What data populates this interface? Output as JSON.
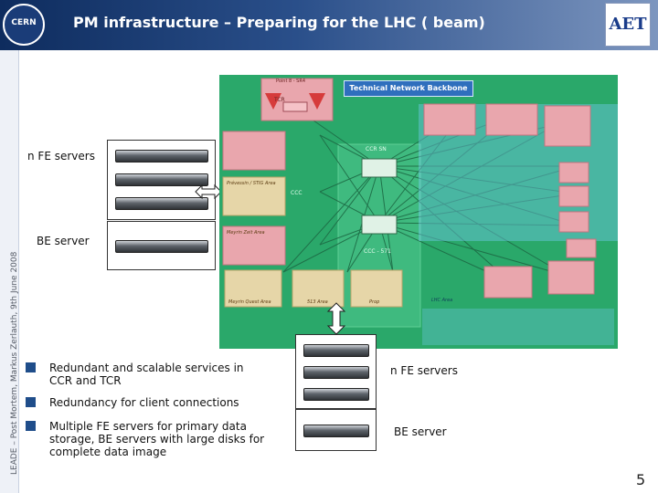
{
  "header": {
    "title": "PM infrastructure – Preparing for the LHC ( beam)",
    "cern_logo_text": "CERN",
    "aet_logo_text": "AET"
  },
  "sidebar": {
    "text": "LEADE – Post Mortem, Markus Zerlauth, 9th June 2008"
  },
  "left_labels": {
    "fe_servers": "n FE servers",
    "be_server": "BE server"
  },
  "right_labels": {
    "fe_servers": "n FE servers",
    "be_server": "BE server"
  },
  "network": {
    "backbone_label": "Technical Network Backbone",
    "point_label": "Point 8 - SR4",
    "ccr_label": "CCR SN",
    "ccc_label": "CCC",
    "ccc_571_label": "CCC - 571",
    "tcr_label": "TCR",
    "areas": [
      "Meyrin Zeit Area",
      "Prévessin / STIG Area",
      "Meyrin Quest Area",
      "513 Area",
      "Prop",
      "LHC Area"
    ]
  },
  "bullets": [
    "Redundant and scalable services in CCR and TCR",
    "Redundancy for client connections",
    "Multiple FE servers for primary data storage, BE servers with large disks for complete data image"
  ],
  "page_number": "5",
  "colors": {
    "header_dark": "#0e2c5e",
    "network_green": "#2aa86a",
    "bullet_blue": "#1f4d8a",
    "box_pink": "#e9a6ad",
    "box_tan": "#e6d6a8"
  }
}
